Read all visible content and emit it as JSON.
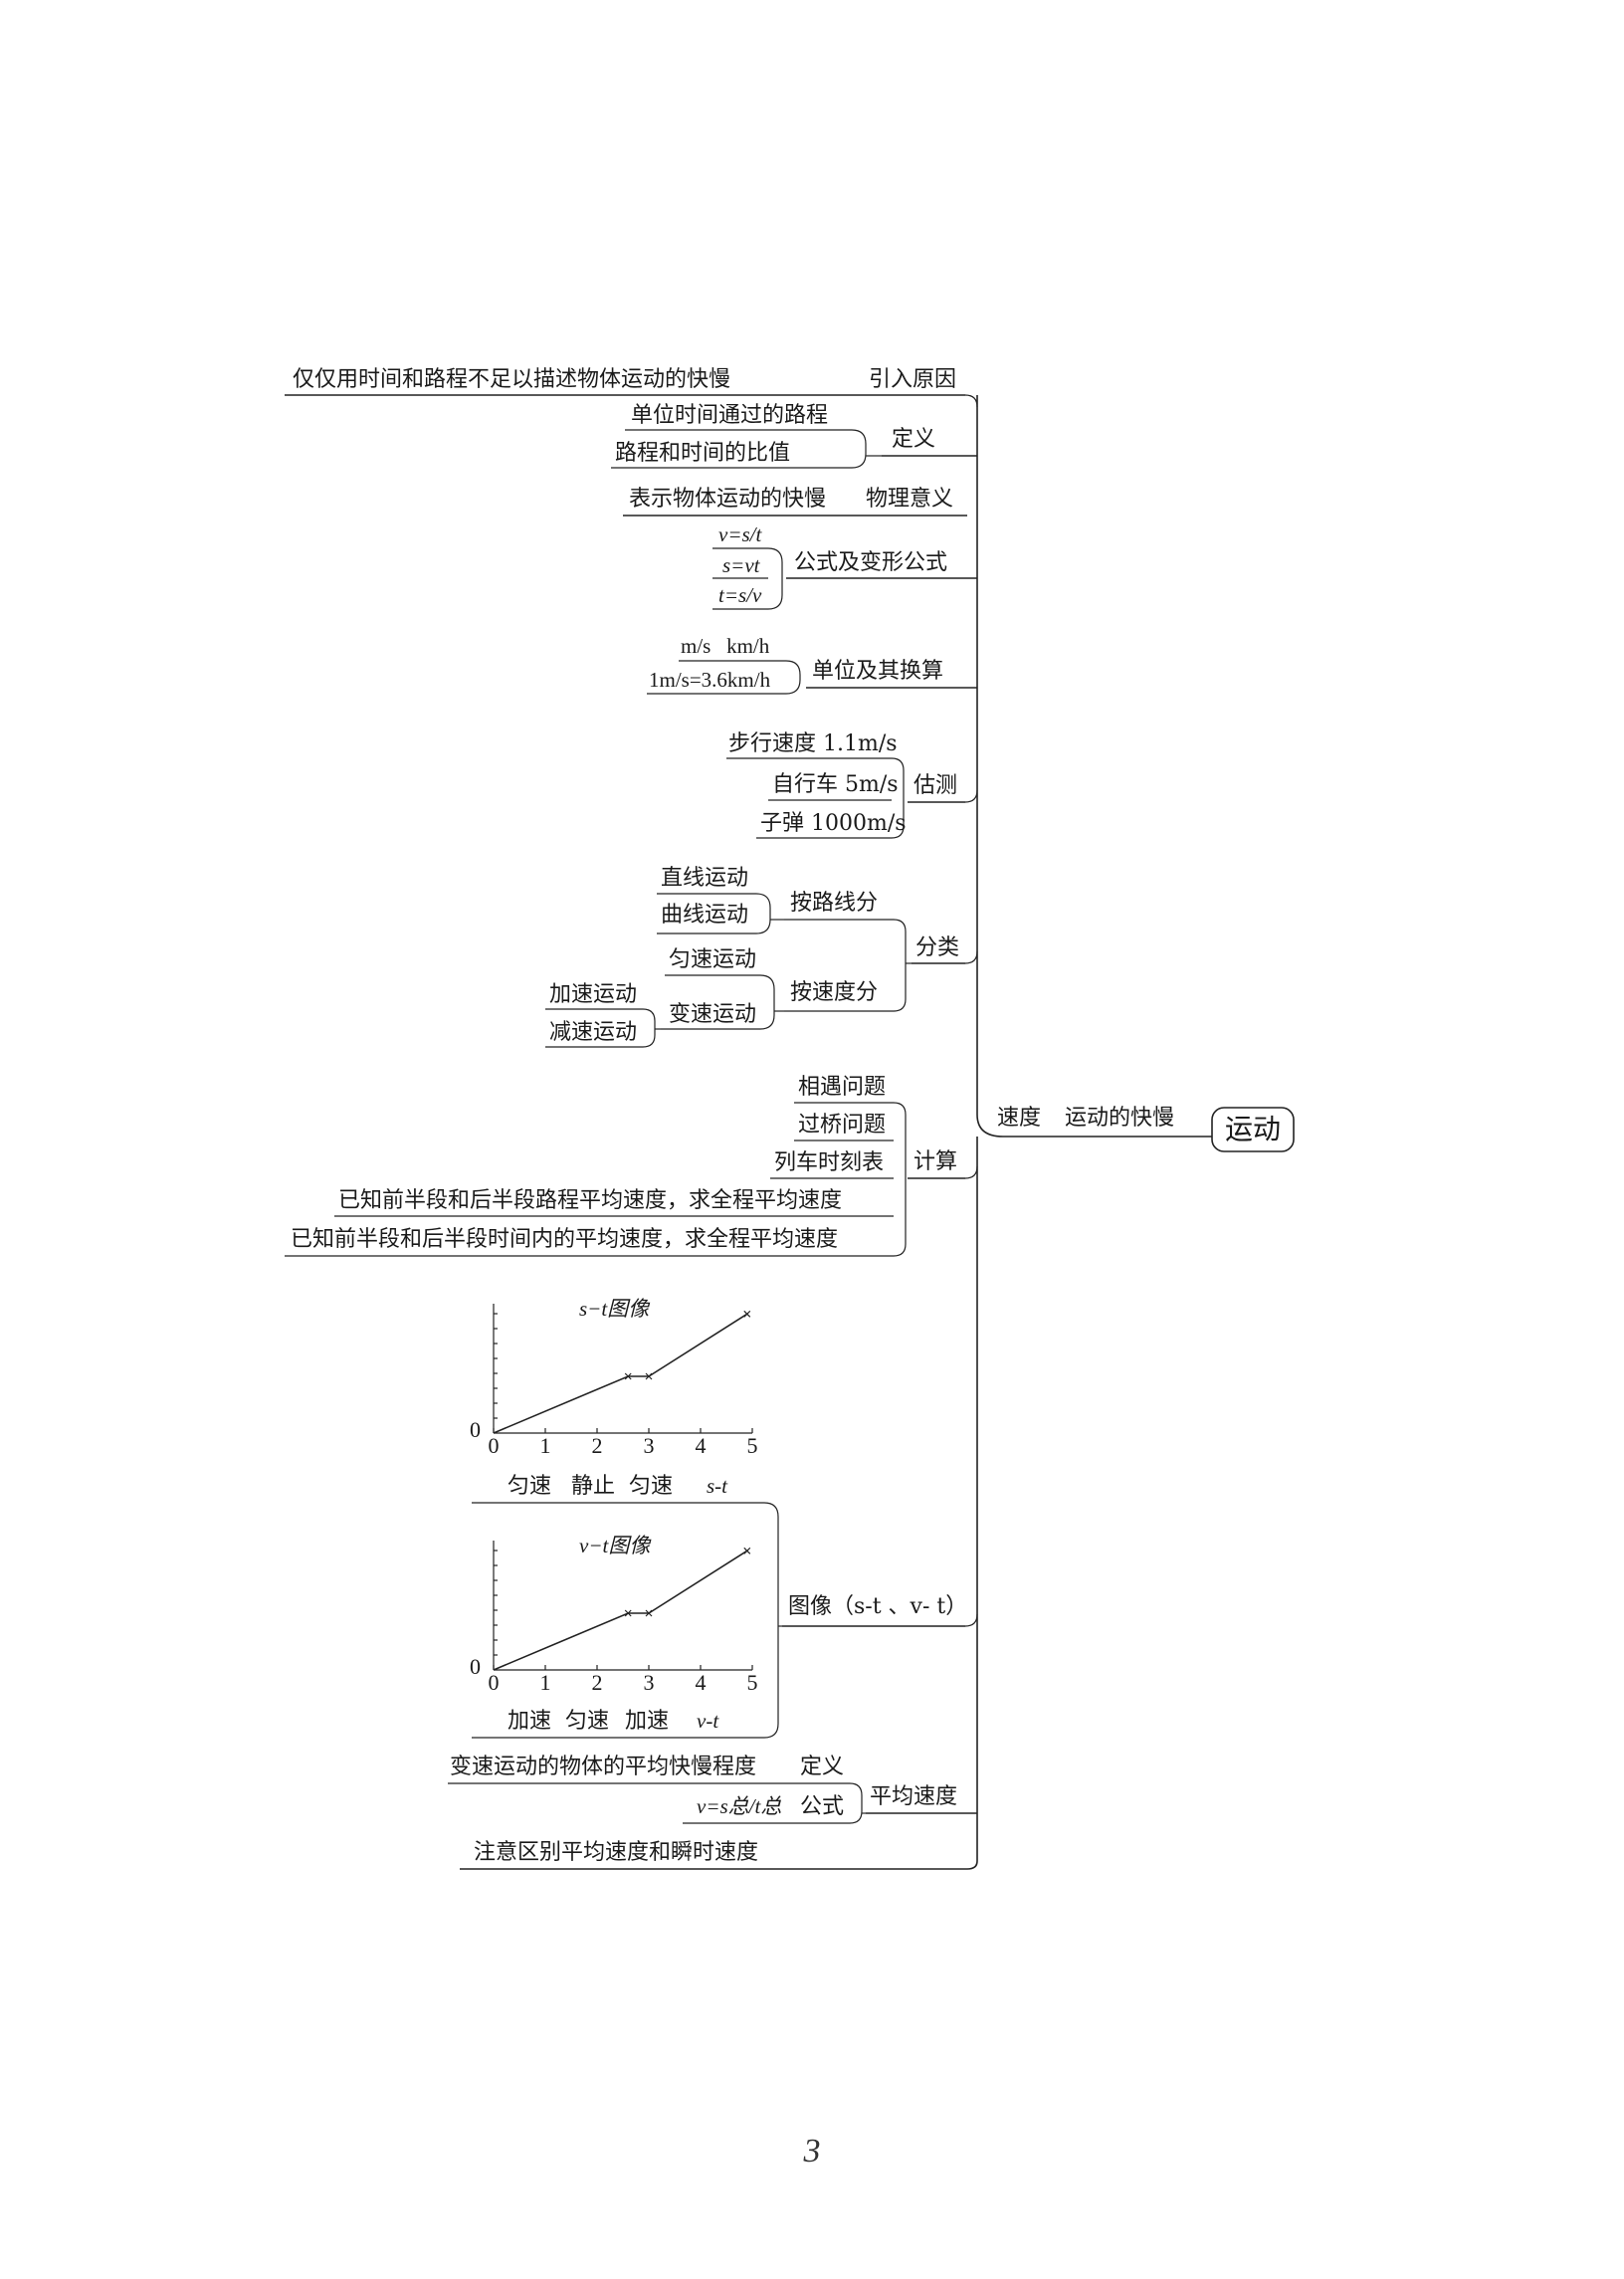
{
  "root": "运动",
  "main_branch": {
    "label_a": "速度",
    "label_b": "运动的快慢"
  },
  "intro": {
    "label": "引入原因",
    "reason": "仅仅用时间和路程不足以描述物体运动的快慢"
  },
  "definition": {
    "label": "定义",
    "items": [
      "单位时间通过的路程",
      "路程和时间的比值"
    ]
  },
  "meaning": {
    "label": "物理意义",
    "text": "表示物体运动的快慢"
  },
  "formula": {
    "label": "公式及变形公式",
    "items": [
      "v=s/t",
      "s=vt",
      "t=s/v"
    ]
  },
  "units": {
    "label": "单位及其换算",
    "items": [
      "m/s   km/h",
      "1m/s=3.6km/h"
    ]
  },
  "estimate": {
    "label": "估测",
    "items": [
      "步行速度 1.1m/s",
      "自行车 5m/s",
      "子弹 1000m/s"
    ]
  },
  "classify": {
    "label": "分类",
    "by_path": {
      "label": "按路线分",
      "items": [
        "直线运动",
        "曲线运动"
      ]
    },
    "by_speed": {
      "label": "按速度分",
      "uniform": "匀速运动",
      "variable": "变速运动",
      "sub": [
        "加速运动",
        "减速运动"
      ]
    }
  },
  "compute": {
    "label": "计算",
    "items": [
      "相遇问题",
      "过桥问题",
      "列车时刻表",
      "已知前半段和后半段路程平均速度，求全程平均速度",
      "已知前半段和后半段时间内的平均速度，求全程平均速度"
    ]
  },
  "graphs": {
    "label": "图像（s-t 、v- t）",
    "st": {
      "title": "s−t图像",
      "captions": [
        "匀速",
        "静止",
        "匀速",
        "s-t"
      ]
    },
    "vt": {
      "title": "v−t图像",
      "captions": [
        "加速",
        "匀速",
        "加速",
        "v-t"
      ]
    }
  },
  "average": {
    "label": "平均速度",
    "def_label": "定义",
    "def_text": "变速运动的物体的平均快慢程度",
    "formula_label": "公式",
    "formula": "v=s总/t总",
    "note": "注意区别平均速度和瞬时速度"
  },
  "chart_data": [
    {
      "type": "line",
      "title": "s−t图像",
      "x": [
        0,
        2.6,
        3,
        4.9
      ],
      "y": [
        0,
        1,
        1,
        2.1
      ],
      "xticks": [
        "0",
        "1",
        "2",
        "3",
        "4",
        "5"
      ],
      "origin_label": "0",
      "xlim": [
        0,
        5
      ],
      "grid": false
    },
    {
      "type": "line",
      "title": "v−t图像",
      "x": [
        0,
        2.6,
        3,
        4.9
      ],
      "y": [
        0,
        1,
        1,
        2.1
      ],
      "xticks": [
        "0",
        "1",
        "2",
        "3",
        "4",
        "5"
      ],
      "origin_label": "0",
      "xlim": [
        0,
        5
      ],
      "grid": false
    }
  ],
  "page_number": "3"
}
